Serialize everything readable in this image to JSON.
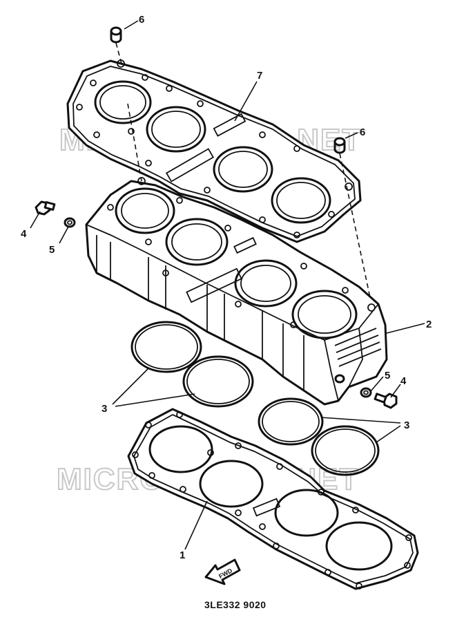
{
  "diagram": {
    "callouts": {
      "head_gasket": "1",
      "cylinder": "2",
      "o_ring_left": "3",
      "o_ring_right": "3",
      "bolt_left": "4",
      "bolt_right": "4",
      "washer_left": "5",
      "washer_right": "5",
      "dowel_top": "6",
      "dowel_right": "6",
      "base_gasket_top": "7"
    },
    "watermark_upper": "MICROFICHES.NET",
    "watermark_lower": "MICROFICHES.NET",
    "forward_arrow_label": "FWD",
    "drawing_code": "3LE332 9020"
  }
}
